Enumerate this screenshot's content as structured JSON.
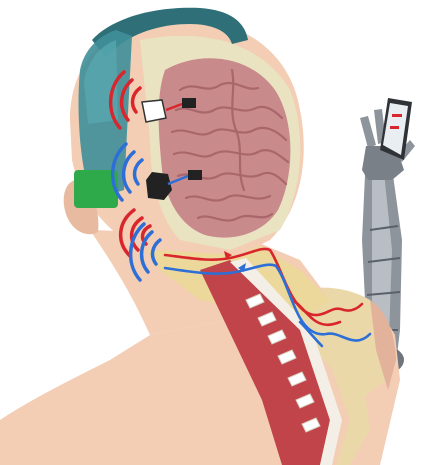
{
  "scene": {
    "colors": {
      "background": "#ffffff",
      "skin": "#f3cdb4",
      "skin_shadow": "#e3b29a",
      "brain": "#c98a8c",
      "brain_fold": "#a9676b",
      "skull_cut": "#e9e3c2",
      "headset_teal": "#3f8f99",
      "headset_teal_dark": "#2e6f78",
      "sensor_green": "#2faa4a",
      "nerve_yellow": "#ecd89a",
      "muscle_red": "#c0444a",
      "spine_white": "#f4efe6",
      "signal_red": "#d8262c",
      "signal_blue": "#2d6fd6",
      "prosthetic_metal": "#8e949b",
      "prosthetic_dark": "#5b6168",
      "phone_body": "#2f3236",
      "phone_screen": "#e9eef2"
    },
    "icons": [
      "headset-band",
      "brain-implant-chip",
      "wireless-signal-icon",
      "prosthetic-arm",
      "smartphone"
    ]
  }
}
